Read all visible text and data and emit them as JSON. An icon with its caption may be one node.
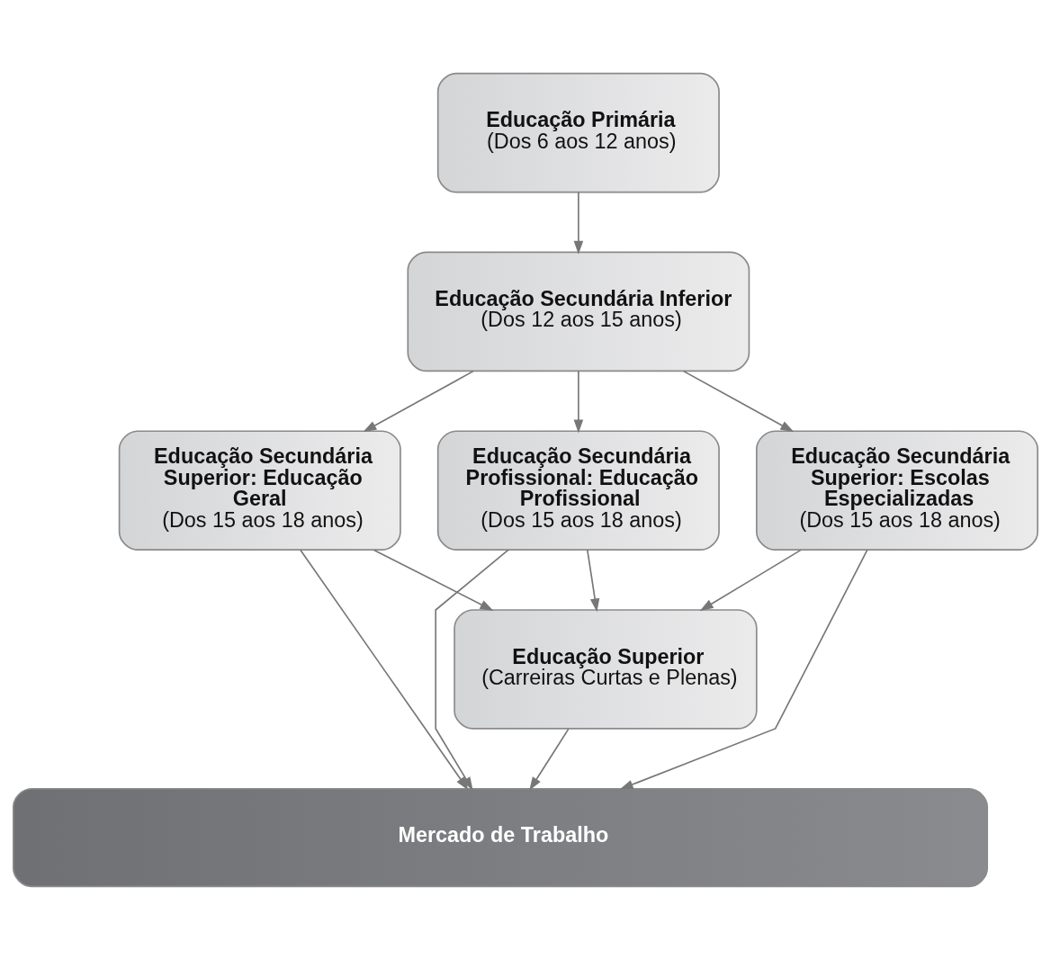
{
  "diagram": {
    "nodes": [
      {
        "text": [
          "Educação Primária",
          "(Dos 6 aos 12 anos)"
        ]
      },
      {
        "text": [
          "Educação Secundária Inferior",
          "(Dos 12 aos 15 anos)"
        ]
      },
      {
        "text": [
          "Educação Secundária Superior: Educação Geral",
          "(Dos 15 aos 18 anos)"
        ]
      },
      {
        "text": [
          "Educação Secundária Profissional: Educação Profissional",
          "(Dos 15 aos 18 anos)"
        ]
      },
      {
        "text": [
          "Educação Secundária Superior: Escolas Especializadas",
          "(Dos 15 aos 18 anos)"
        ]
      },
      {
        "text": [
          "Educação Superior",
          "(Carreiras Curtas e Plenas)"
        ]
      },
      {
        "text": [
          "Mercado de Trabalho"
        ]
      }
    ],
    "edges": [
      {
        "from": 0,
        "to": 1,
        "arrow": "to"
      },
      {
        "from": 1,
        "to": 2,
        "arrow": "to"
      },
      {
        "from": 1,
        "to": 3,
        "arrow": "to"
      },
      {
        "from": 1,
        "to": 4,
        "arrow": "to"
      },
      {
        "from": 2,
        "to": 5,
        "arrow": "to"
      },
      {
        "from": 3,
        "to": 5,
        "arrow": "to"
      },
      {
        "from": 4,
        "to": 5,
        "arrow": "to"
      },
      {
        "from": 2,
        "to": 6,
        "arrow": "to"
      },
      {
        "from": 5,
        "to": 6,
        "arrow": "to"
      },
      {
        "from": 3,
        "to": 6,
        "arrow": "to"
      },
      {
        "from": 4,
        "to": 6,
        "arrow": "to"
      }
    ]
  }
}
